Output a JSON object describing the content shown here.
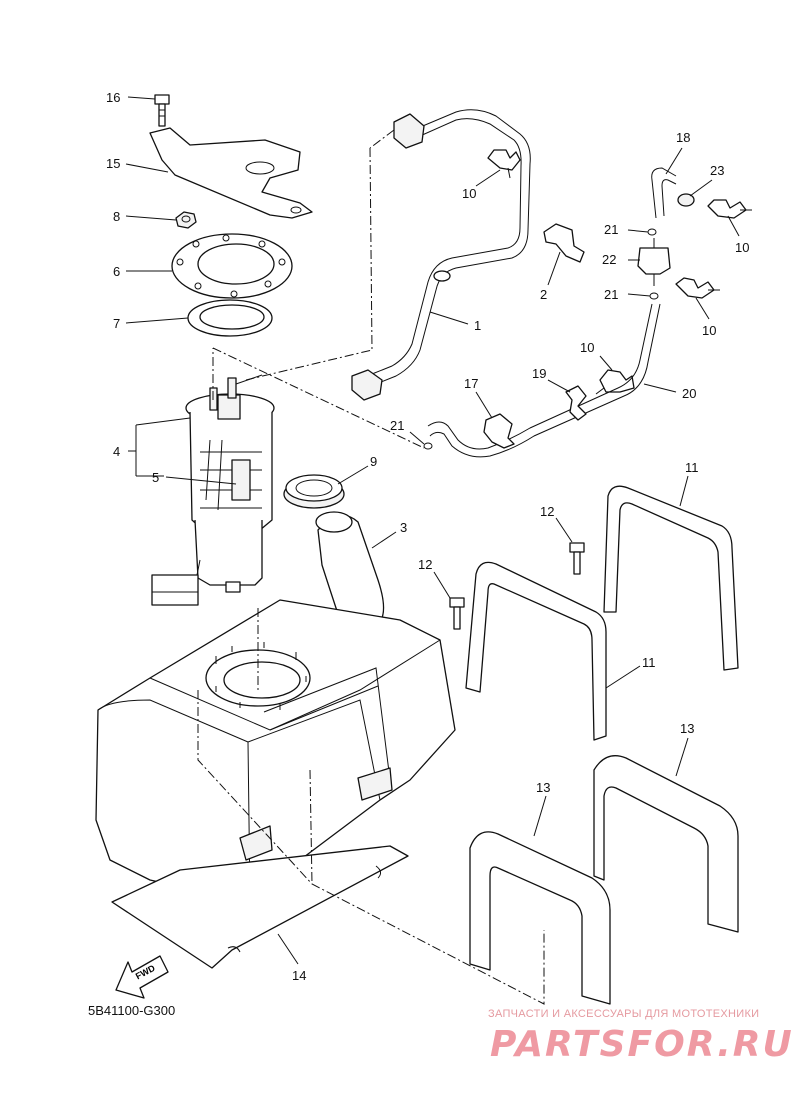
{
  "diagram": {
    "code": "5B41100-G300",
    "fwd_label": "FWD",
    "callouts": [
      {
        "id": "c16",
        "text": "16"
      },
      {
        "id": "c15",
        "text": "15"
      },
      {
        "id": "c8",
        "text": "8"
      },
      {
        "id": "c6",
        "text": "6"
      },
      {
        "id": "c7",
        "text": "7"
      },
      {
        "id": "c4",
        "text": "4"
      },
      {
        "id": "c5",
        "text": "5"
      },
      {
        "id": "c1",
        "text": "1"
      },
      {
        "id": "c10a",
        "text": "10"
      },
      {
        "id": "c2",
        "text": "2"
      },
      {
        "id": "c18",
        "text": "18"
      },
      {
        "id": "c23",
        "text": "23"
      },
      {
        "id": "c21a",
        "text": "21"
      },
      {
        "id": "c22",
        "text": "22"
      },
      {
        "id": "c10b",
        "text": "10"
      },
      {
        "id": "c21b",
        "text": "21"
      },
      {
        "id": "c10c",
        "text": "10"
      },
      {
        "id": "c10d",
        "text": "10"
      },
      {
        "id": "c19",
        "text": "19"
      },
      {
        "id": "c17",
        "text": "17"
      },
      {
        "id": "c20",
        "text": "20"
      },
      {
        "id": "c21c",
        "text": "21"
      },
      {
        "id": "c9",
        "text": "9"
      },
      {
        "id": "c3",
        "text": "3"
      },
      {
        "id": "c11a",
        "text": "11"
      },
      {
        "id": "c12a",
        "text": "12"
      },
      {
        "id": "c12b",
        "text": "12"
      },
      {
        "id": "c11b",
        "text": "11"
      },
      {
        "id": "c13a",
        "text": "13"
      },
      {
        "id": "c13b",
        "text": "13"
      },
      {
        "id": "c14",
        "text": "14"
      }
    ]
  },
  "watermark": {
    "tagline": "ЗАПЧАСТИ И АКСЕССУАРЫ ДЛЯ МОТОТЕХНИКИ",
    "brand": "PARTSFOR.RU"
  }
}
